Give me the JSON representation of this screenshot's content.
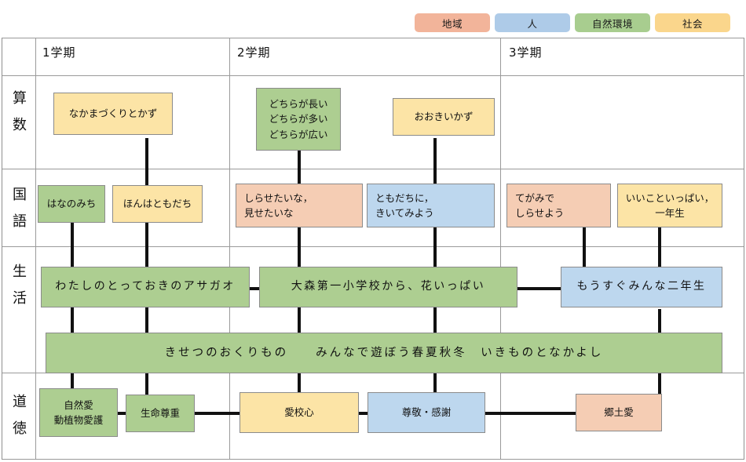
{
  "legend": {
    "items": [
      {
        "label": "地域",
        "color": "#f2b49a",
        "name": "legend-chip-region"
      },
      {
        "label": "人",
        "color": "#aecbe8",
        "name": "legend-chip-people"
      },
      {
        "label": "自然環境",
        "color": "#a8cd8f",
        "name": "legend-chip-nature"
      },
      {
        "label": "社会",
        "color": "#fad68c",
        "name": "legend-chip-society"
      }
    ]
  },
  "palette": {
    "region": "#f5cdb4",
    "people": "#bdd7ee",
    "nature": "#adce91",
    "society": "#fce4a6",
    "line": "#111111",
    "border": "#8b8b8b",
    "grid": "#9a9a9a"
  },
  "terms": [
    {
      "label": "1学期"
    },
    {
      "label": "2学期"
    },
    {
      "label": "3学期"
    }
  ],
  "subjects": [
    {
      "label": "算数",
      "chars": [
        "算",
        "数"
      ]
    },
    {
      "label": "国語",
      "chars": [
        "国",
        "語"
      ]
    },
    {
      "label": "生活",
      "chars": [
        "生",
        "活"
      ]
    },
    {
      "label": "道徳",
      "chars": [
        "道",
        "徳"
      ]
    }
  ],
  "rows": {
    "math": {
      "boxes": [
        {
          "text": [
            "なかまづくりとかず"
          ],
          "category": "society"
        },
        {
          "text": [
            "どちらが長い",
            "どちらが多い",
            "どちらが広い"
          ],
          "category": "nature"
        },
        {
          "text": [
            "おおきいかず"
          ],
          "category": "society"
        }
      ]
    },
    "japanese": {
      "boxes": [
        {
          "text": [
            "はなのみち"
          ],
          "category": "nature"
        },
        {
          "text": [
            "ほんはともだち"
          ],
          "category": "society"
        },
        {
          "text": [
            "しらせたいな，",
            "見せたいな"
          ],
          "category": "region"
        },
        {
          "text": [
            "ともだちに，",
            "きいてみよう"
          ],
          "category": "people"
        },
        {
          "text": [
            "てがみで",
            "しらせよう"
          ],
          "category": "region"
        },
        {
          "text": [
            "いいこといっぱい，",
            "一年生"
          ],
          "category": "society"
        }
      ]
    },
    "life_upper": {
      "boxes": [
        {
          "text": [
            "わたしのとっておきのアサガオ"
          ],
          "category": "nature"
        },
        {
          "text": [
            "大森第一小学校から、花いっぱい"
          ],
          "category": "nature"
        },
        {
          "text": [
            "もうすぐみんな二年生"
          ],
          "category": "people"
        }
      ]
    },
    "life_band": {
      "boxes": [
        {
          "text": [
            "きせつのおくりもの　　みんなで遊ぼう春夏秋冬　いきものとなかよし"
          ],
          "category": "nature"
        }
      ]
    },
    "moral": {
      "boxes": [
        {
          "text": [
            "自然愛",
            "動植物愛護"
          ],
          "category": "nature"
        },
        {
          "text": [
            "生命尊重"
          ],
          "category": "nature"
        },
        {
          "text": [
            "愛校心"
          ],
          "category": "society"
        },
        {
          "text": [
            "尊敬・感謝"
          ],
          "category": "people"
        },
        {
          "text": [
            "郷土愛"
          ],
          "category": "region"
        }
      ]
    }
  }
}
